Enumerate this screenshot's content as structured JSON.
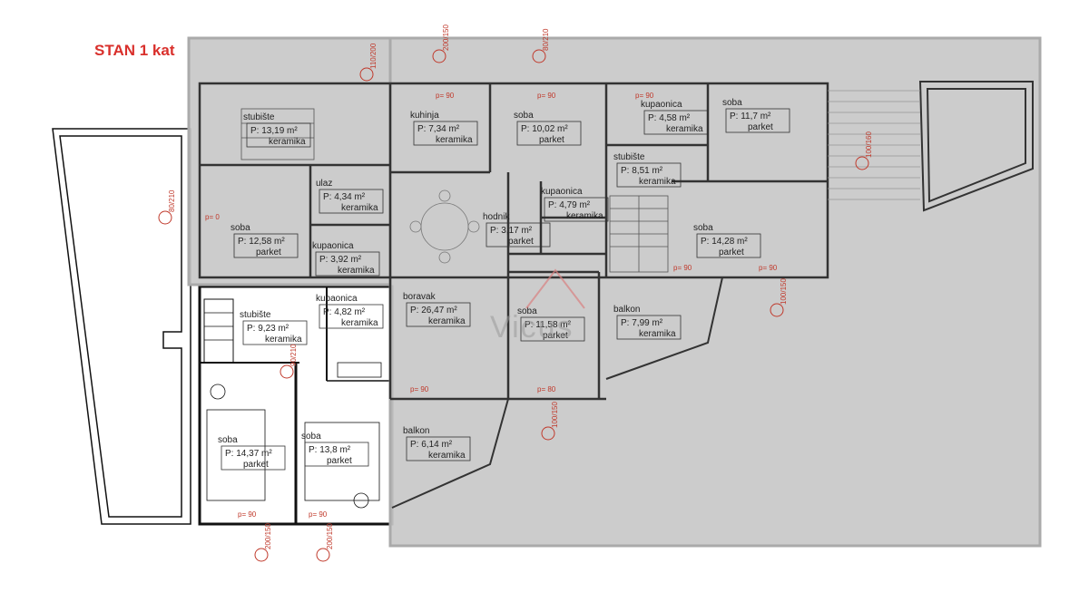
{
  "title": "STAN 1 kat",
  "watermark": "Vicus",
  "colors": {
    "overlay": "#c8c8c8",
    "wall": "#111111",
    "dim": "#c0392b",
    "title": "#d9302c"
  },
  "rooms": [
    {
      "name": "stubište",
      "area": "P: 13,19 m²",
      "floor": "keramika"
    },
    {
      "name": "soba",
      "area": "P: 12,58 m²",
      "floor": "parket"
    },
    {
      "name": "ulaz",
      "area": "P: 4,34 m²",
      "floor": "keramika"
    },
    {
      "name": "kupaonica",
      "area": "P: 3,92 m²",
      "floor": "keramika"
    },
    {
      "name": "kuhinja",
      "area": "P: 7,34 m²",
      "floor": "keramika"
    },
    {
      "name": "soba",
      "area": "P: 10,02 m²",
      "floor": "parket"
    },
    {
      "name": "hodnik",
      "area": "P: 3,17 m²",
      "floor": "parket"
    },
    {
      "name": "kupaonica",
      "area": "P: 4,79 m²",
      "floor": "keramika"
    },
    {
      "name": "boravak",
      "area": "P: 26,47 m²",
      "floor": "keramika"
    },
    {
      "name": "soba",
      "area": "P: 11,58 m²",
      "floor": "parket"
    },
    {
      "name": "kupaonica",
      "area": "P: 4,58 m²",
      "floor": "keramika"
    },
    {
      "name": "soba",
      "area": "P: 11,7 m²",
      "floor": "parket"
    },
    {
      "name": "stubište",
      "area": "P: 8,51 m²",
      "floor": "keramika"
    },
    {
      "name": "soba",
      "area": "P: 14,28 m²",
      "floor": "parket"
    },
    {
      "name": "balkon",
      "area": "P: 7,99 m²",
      "floor": "keramika"
    },
    {
      "name": "balkon",
      "area": "P: 6,14 m²",
      "floor": "keramika"
    },
    {
      "name": "stubište",
      "area": "P: 9,23 m²",
      "floor": "keramika"
    },
    {
      "name": "kupaonica",
      "area": "P: 4,82 m²",
      "floor": "keramika"
    },
    {
      "name": "soba",
      "area": "P: 14,37 m²",
      "floor": "parket"
    },
    {
      "name": "soba",
      "area": "P: 13,8 m²",
      "floor": "parket"
    }
  ],
  "door_labels": [
    "p= 90",
    "p= 90",
    "p= 90",
    "p= 90",
    "p= 80",
    "p= 90",
    "p= 90",
    "p= 90",
    "p= 90",
    "p= 0"
  ],
  "dimension_labels": [
    "200/150",
    "200/150",
    "100/150",
    "100/150",
    "110/200",
    "100/160",
    "200/150",
    "80/210",
    "80/210",
    "90/210"
  ]
}
